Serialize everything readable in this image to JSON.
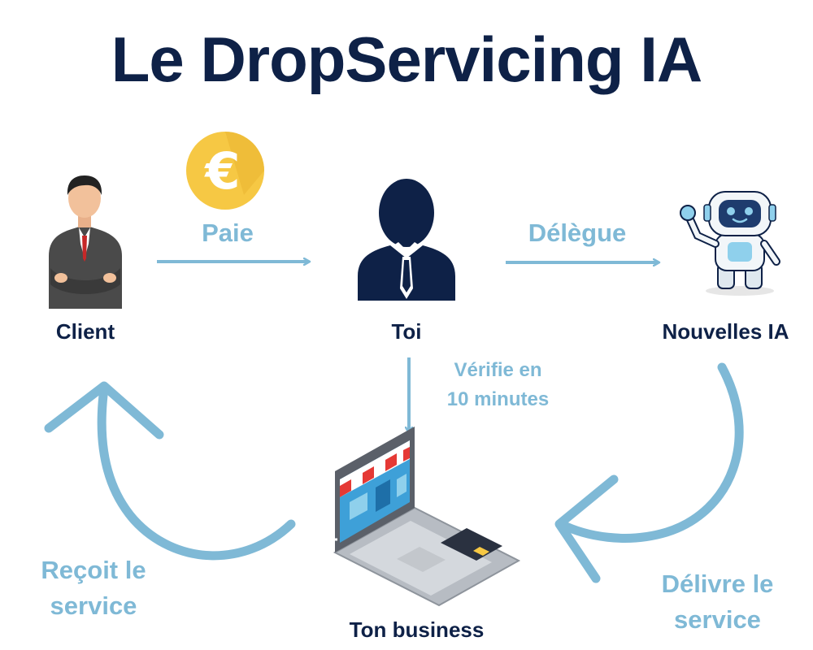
{
  "title": "Le DropServicing IA",
  "nodes": {
    "client": "Client",
    "toi": "Toi",
    "ia": "Nouvelles IA",
    "business": "Ton business"
  },
  "edges": {
    "paie": "Paie",
    "delegue": "Délègue",
    "verifie_line1": "Vérifie en",
    "verifie_line2": "10 minutes",
    "recoit_line1": "Reçoit le",
    "recoit_line2": "service",
    "delivre_line1": "Délivre le",
    "delivre_line2": "service"
  },
  "icons": {
    "coin": "euro-coin-icon",
    "client": "businessman-icon",
    "toi": "person-silhouette-icon",
    "ia": "robot-icon",
    "business": "laptop-shop-icon"
  },
  "colors": {
    "title": "#0e2147",
    "arrow": "#7fb9d6",
    "coin": "#f6c844"
  }
}
